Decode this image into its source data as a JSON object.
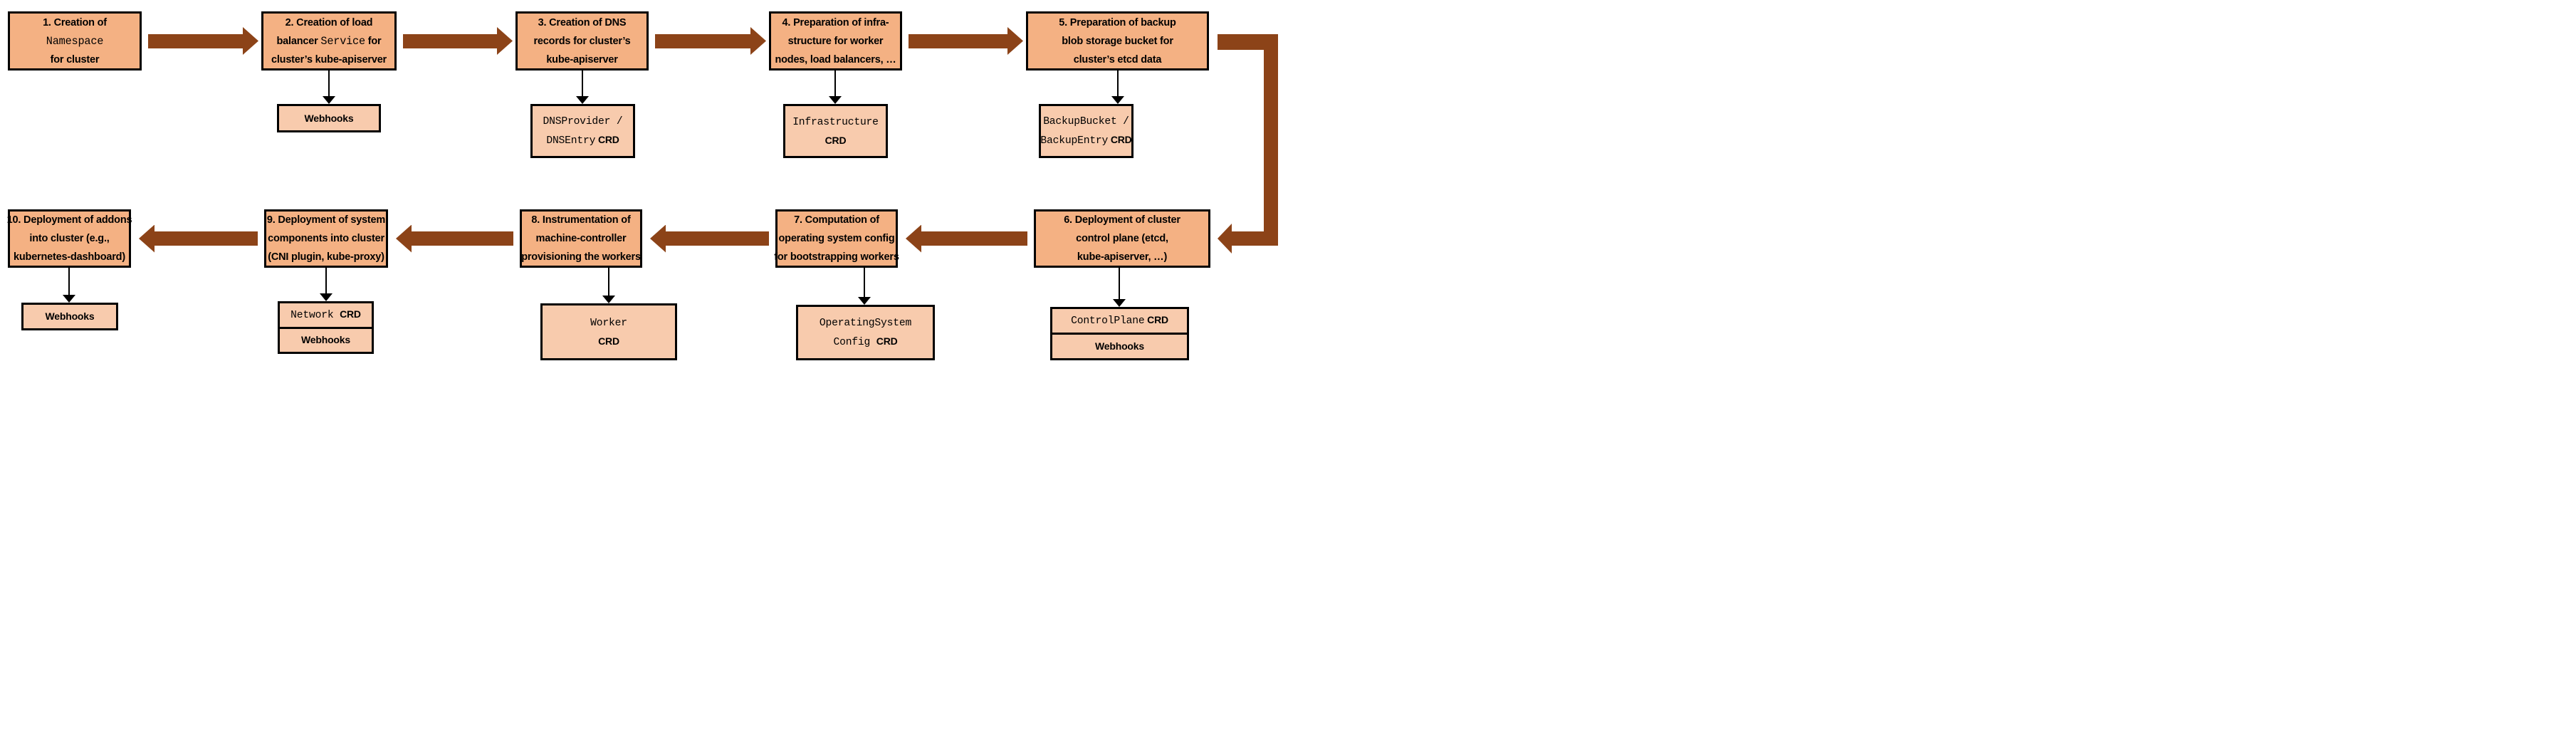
{
  "colors": {
    "step_box_fill": "#F4B183",
    "attachment_box_fill": "#F8CBAD",
    "flow_arrow": "#8C4318",
    "border": "#000000",
    "background": "#FFFFFF"
  },
  "steps": [
    {
      "number": 1,
      "lines": [
        [
          {
            "t": "1. Creation of"
          }
        ],
        [
          {
            "t": "Namespace",
            "m": true
          }
        ],
        [
          {
            "t": "for cluster"
          }
        ]
      ]
    },
    {
      "number": 2,
      "lines": [
        [
          {
            "t": "2. Creation of load"
          }
        ],
        [
          {
            "t": "balancer "
          },
          {
            "t": "Service",
            "m": true
          },
          {
            "t": " for"
          }
        ],
        [
          {
            "t": "cluster’s kube-apiserver"
          }
        ]
      ]
    },
    {
      "number": 3,
      "lines": [
        [
          {
            "t": "3. Creation of DNS"
          }
        ],
        [
          {
            "t": "records for cluster’s"
          }
        ],
        [
          {
            "t": "kube-apiserver"
          }
        ]
      ]
    },
    {
      "number": 4,
      "lines": [
        [
          {
            "t": "4. Preparation of infra-"
          }
        ],
        [
          {
            "t": "structure for worker"
          }
        ],
        [
          {
            "t": "nodes, load balancers, …"
          }
        ]
      ]
    },
    {
      "number": 5,
      "lines": [
        [
          {
            "t": "5. Preparation of backup"
          }
        ],
        [
          {
            "t": "blob storage bucket for"
          }
        ],
        [
          {
            "t": "cluster’s etcd data"
          }
        ]
      ]
    },
    {
      "number": 6,
      "lines": [
        [
          {
            "t": "6. Deployment of cluster"
          }
        ],
        [
          {
            "t": "control plane (etcd,"
          }
        ],
        [
          {
            "t": "kube-apiserver, …)"
          }
        ]
      ]
    },
    {
      "number": 7,
      "lines": [
        [
          {
            "t": "7. Computation of"
          }
        ],
        [
          {
            "t": "operating system config"
          }
        ],
        [
          {
            "t": "for bootstrapping workers"
          }
        ]
      ]
    },
    {
      "number": 8,
      "lines": [
        [
          {
            "t": "8. Instrumentation of"
          }
        ],
        [
          {
            "t": "machine-controller"
          }
        ],
        [
          {
            "t": "provisioning the workers"
          }
        ]
      ]
    },
    {
      "number": 9,
      "lines": [
        [
          {
            "t": "9. Deployment of system"
          }
        ],
        [
          {
            "t": "components into cluster"
          }
        ],
        [
          {
            "t": "(CNI plugin, kube-proxy)"
          }
        ]
      ]
    },
    {
      "number": 10,
      "lines": [
        [
          {
            "t": "10. Deployment of addons"
          }
        ],
        [
          {
            "t": "into cluster (e.g.,"
          }
        ],
        [
          {
            "t": "kubernetes-dashboard)"
          }
        ]
      ]
    }
  ],
  "attachments": [
    {
      "step": 2,
      "cells": [
        {
          "lines": [
            [
              {
                "t": "Webhooks"
              }
            ]
          ]
        }
      ]
    },
    {
      "step": 3,
      "cells": [
        {
          "lines": [
            [
              {
                "t": "DNSProvider /",
                "m": true
              }
            ],
            [
              {
                "t": "DNSEntry",
                "m": true
              },
              {
                "t": " CRD"
              }
            ]
          ]
        }
      ]
    },
    {
      "step": 4,
      "cells": [
        {
          "lines": [
            [
              {
                "t": "Infrastructure",
                "m": true
              }
            ],
            [
              {
                "t": "CRD"
              }
            ]
          ]
        }
      ]
    },
    {
      "step": 5,
      "cells": [
        {
          "lines": [
            [
              {
                "t": "BackupBucket /",
                "m": true
              }
            ],
            [
              {
                "t": "BackupEntry",
                "m": true
              },
              {
                "t": " CRD"
              }
            ]
          ]
        }
      ]
    },
    {
      "step": 6,
      "cells": [
        {
          "lines": [
            [
              {
                "t": "ControlPlane",
                "m": true
              },
              {
                "t": " CRD"
              }
            ]
          ]
        },
        {
          "lines": [
            [
              {
                "t": "Webhooks"
              }
            ]
          ]
        }
      ]
    },
    {
      "step": 7,
      "cells": [
        {
          "lines": [
            [
              {
                "t": "OperatingSystem",
                "m": true
              }
            ],
            [
              {
                "t": "Config ",
                "m": true
              },
              {
                "t": "CRD"
              }
            ]
          ]
        }
      ]
    },
    {
      "step": 8,
      "cells": [
        {
          "lines": [
            [
              {
                "t": "Worker",
                "m": true
              }
            ],
            [
              {
                "t": "CRD"
              }
            ]
          ]
        }
      ]
    },
    {
      "step": 9,
      "cells": [
        {
          "lines": [
            [
              {
                "t": "Network ",
                "m": true
              },
              {
                "t": "CRD"
              }
            ]
          ]
        },
        {
          "lines": [
            [
              {
                "t": "Webhooks"
              }
            ]
          ]
        }
      ]
    },
    {
      "step": 10,
      "cells": [
        {
          "lines": [
            [
              {
                "t": "Webhooks"
              }
            ]
          ]
        }
      ]
    }
  ],
  "arrows": [
    {
      "from": 1,
      "to": 2,
      "shape": "right"
    },
    {
      "from": 2,
      "to": 3,
      "shape": "right"
    },
    {
      "from": 3,
      "to": 4,
      "shape": "right"
    },
    {
      "from": 4,
      "to": 5,
      "shape": "right"
    },
    {
      "from": 5,
      "to": 6,
      "shape": "elbow-down-left"
    },
    {
      "from": 6,
      "to": 7,
      "shape": "left"
    },
    {
      "from": 7,
      "to": 8,
      "shape": "left"
    },
    {
      "from": 8,
      "to": 9,
      "shape": "left"
    },
    {
      "from": 9,
      "to": 10,
      "shape": "left"
    }
  ]
}
